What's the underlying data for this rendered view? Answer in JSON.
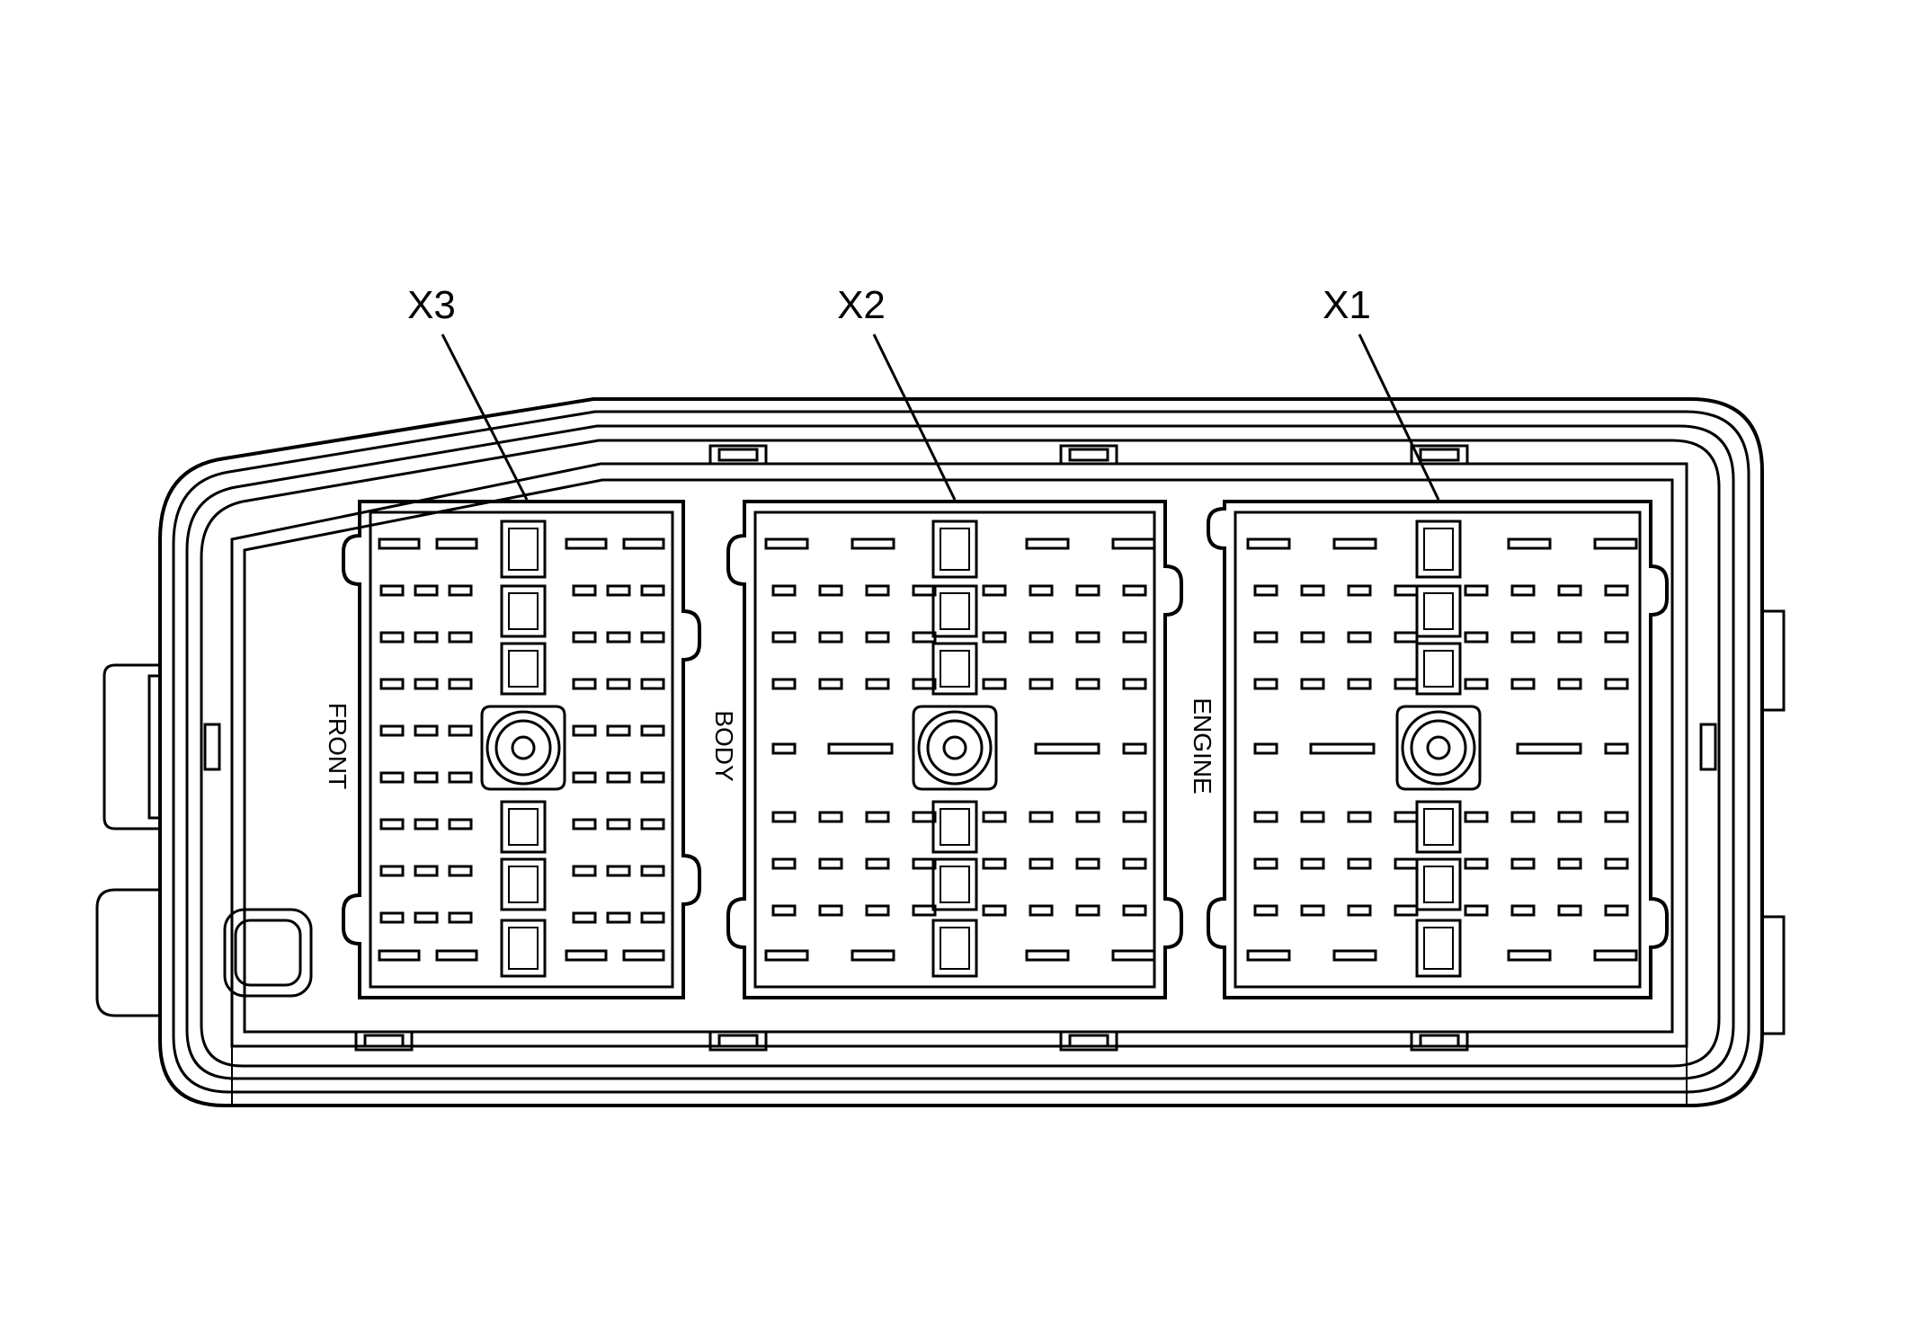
{
  "connectors": [
    {
      "label": "X3",
      "side_label": "FRONT"
    },
    {
      "label": "X2",
      "side_label": "BODY"
    },
    {
      "label": "X1",
      "side_label": "ENGINE"
    }
  ]
}
